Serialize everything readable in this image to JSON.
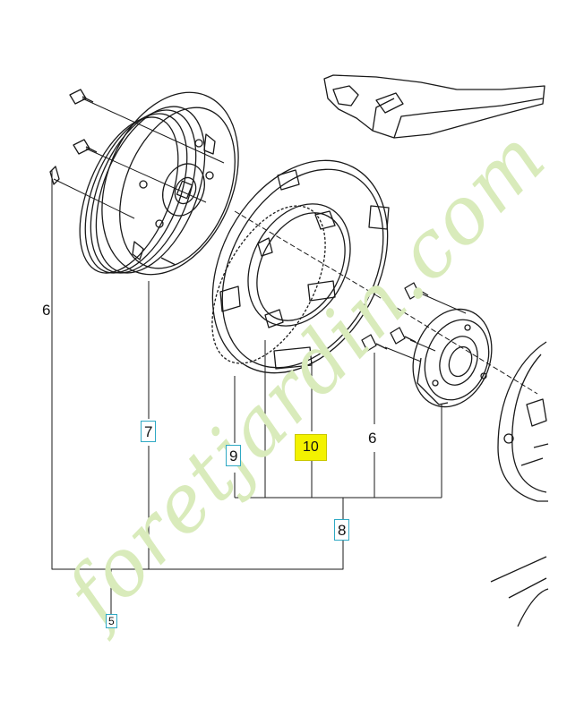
{
  "callouts": {
    "left_partial": "6",
    "item_7": "7",
    "item_9": "9",
    "item_10": "10",
    "item_6": "6",
    "item_8": "8",
    "bottom_partial": "5"
  },
  "watermark": {
    "text": "foretjardin.com"
  },
  "colors": {
    "line": "#1a1a1a",
    "callout_border": "#2fa9c4",
    "highlight": "#f3f200",
    "watermark_green": "#cfe6a8",
    "watermark_gray": "#c9c2b6"
  }
}
